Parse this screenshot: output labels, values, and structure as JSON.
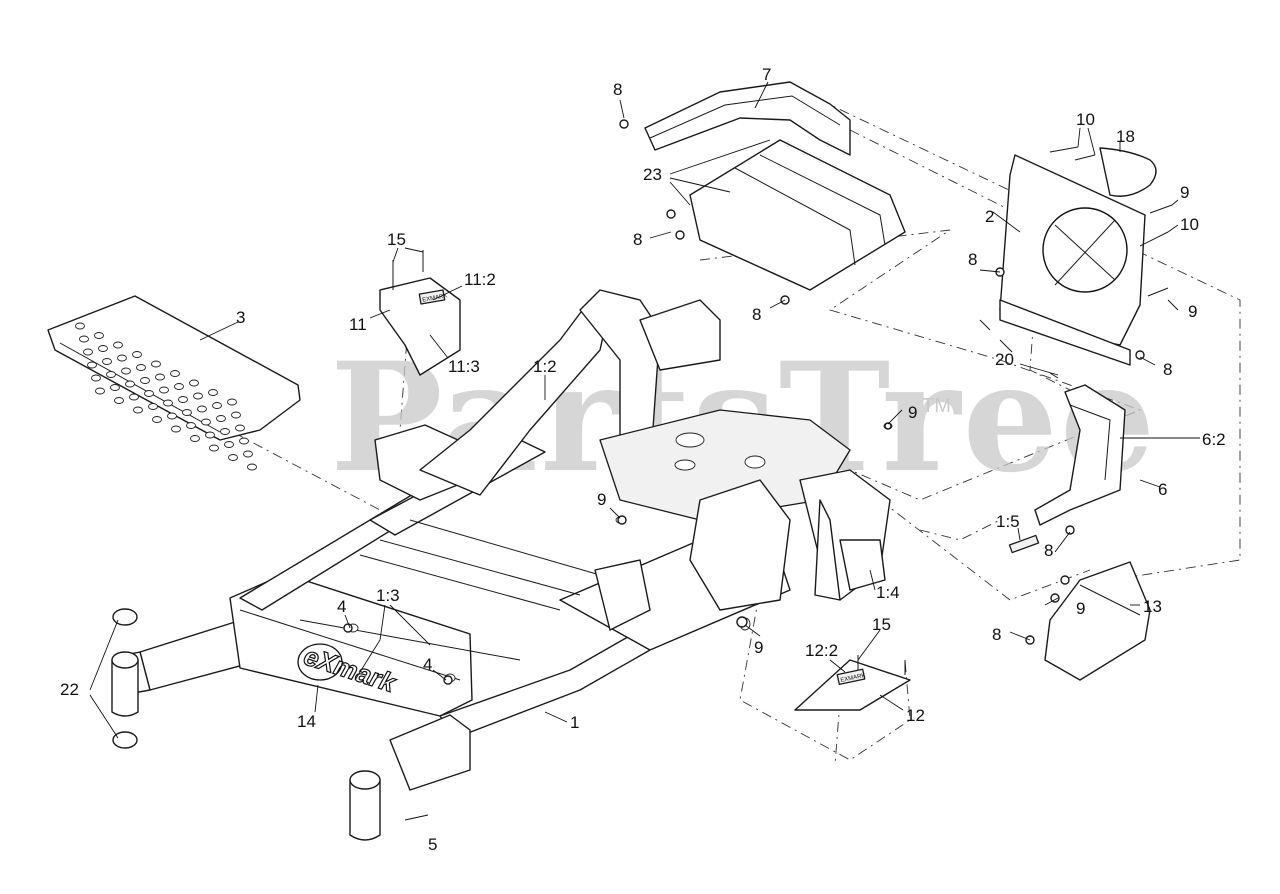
{
  "watermark": {
    "text": "PartsTree",
    "trademark": "TM"
  },
  "logo_text": "eXmark",
  "decal_text": "EXMARK",
  "callouts": [
    {
      "id": "c7",
      "label": "7"
    },
    {
      "id": "c8a",
      "label": "8"
    },
    {
      "id": "c10a",
      "label": "10"
    },
    {
      "id": "c18",
      "label": "18"
    },
    {
      "id": "c23",
      "label": "23"
    },
    {
      "id": "c9a",
      "label": "9"
    },
    {
      "id": "c2",
      "label": "2"
    },
    {
      "id": "c10b",
      "label": "10"
    },
    {
      "id": "c15a",
      "label": "15"
    },
    {
      "id": "c8b",
      "label": "8"
    },
    {
      "id": "c8c",
      "label": "8"
    },
    {
      "id": "c11_2",
      "label": "11:2"
    },
    {
      "id": "c3",
      "label": "3"
    },
    {
      "id": "c11",
      "label": "11"
    },
    {
      "id": "c8d",
      "label": "8"
    },
    {
      "id": "c9b",
      "label": "9"
    },
    {
      "id": "c11_3",
      "label": "11:3"
    },
    {
      "id": "c20",
      "label": "20"
    },
    {
      "id": "c8e",
      "label": "8"
    },
    {
      "id": "c1_2",
      "label": "1:2"
    },
    {
      "id": "c9c",
      "label": "9"
    },
    {
      "id": "c6_2",
      "label": "6:2"
    },
    {
      "id": "c6",
      "label": "6"
    },
    {
      "id": "c9d",
      "label": "9"
    },
    {
      "id": "c1_5",
      "label": "1:5"
    },
    {
      "id": "c8f",
      "label": "8"
    },
    {
      "id": "c1_4",
      "label": "1:4"
    },
    {
      "id": "c9e",
      "label": "9"
    },
    {
      "id": "c13",
      "label": "13"
    },
    {
      "id": "c1_3",
      "label": "1:3"
    },
    {
      "id": "c4a",
      "label": "4"
    },
    {
      "id": "c15b",
      "label": "15"
    },
    {
      "id": "c8g",
      "label": "8"
    },
    {
      "id": "c9f",
      "label": "9"
    },
    {
      "id": "c12_2",
      "label": "12:2"
    },
    {
      "id": "c22",
      "label": "22"
    },
    {
      "id": "c4b",
      "label": "4"
    },
    {
      "id": "c12",
      "label": "12"
    },
    {
      "id": "c14",
      "label": "14"
    },
    {
      "id": "c1",
      "label": "1"
    },
    {
      "id": "c5",
      "label": "5"
    }
  ]
}
